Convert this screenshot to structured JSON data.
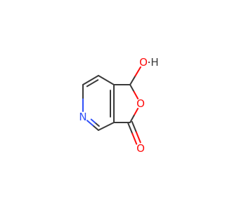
{
  "molecule": {
    "colors": {
      "background": "#ffffff",
      "carbon": "#3a3a3a",
      "oxygen": "#ff0d0d",
      "nitrogen": "#3050f8"
    },
    "atoms": [
      {
        "id": "c1",
        "element": "C",
        "label": ""
      },
      {
        "id": "c7",
        "element": "C",
        "label": ""
      },
      {
        "id": "o_ring",
        "element": "O",
        "label": "O"
      },
      {
        "id": "c3",
        "element": "C",
        "label": ""
      },
      {
        "id": "c3a",
        "element": "C",
        "label": ""
      },
      {
        "id": "c4",
        "element": "C",
        "label": ""
      },
      {
        "id": "n5",
        "element": "N",
        "label": "N"
      },
      {
        "id": "c6",
        "element": "C",
        "label": ""
      },
      {
        "id": "c7b",
        "element": "C",
        "label": ""
      },
      {
        "id": "o_carbonyl",
        "element": "O",
        "label": "O"
      },
      {
        "id": "o_hydroxyl",
        "element": "O",
        "label": "O"
      },
      {
        "id": "h_hydroxyl",
        "element": "H",
        "label": "H"
      }
    ],
    "bonds": [
      {
        "from": "c1",
        "to": "o_ring",
        "order": 1
      },
      {
        "from": "o_ring",
        "to": "c3",
        "order": 1
      },
      {
        "from": "c3",
        "to": "o_carbonyl",
        "order": 2
      },
      {
        "from": "c3",
        "to": "c3a",
        "order": 1
      },
      {
        "from": "c3a",
        "to": "c7",
        "order": 2
      },
      {
        "from": "c7",
        "to": "c1",
        "order": 1
      },
      {
        "from": "c1",
        "to": "o_hydroxyl",
        "order": 1
      },
      {
        "from": "o_hydroxyl",
        "to": "h_hydroxyl",
        "order": 1
      },
      {
        "from": "c3a",
        "to": "c4",
        "order": 1
      },
      {
        "from": "c4",
        "to": "n5",
        "order": 2
      },
      {
        "from": "n5",
        "to": "c6",
        "order": 1
      },
      {
        "from": "c6",
        "to": "c7b",
        "order": 2
      },
      {
        "from": "c7b",
        "to": "c7",
        "order": 1
      }
    ]
  }
}
